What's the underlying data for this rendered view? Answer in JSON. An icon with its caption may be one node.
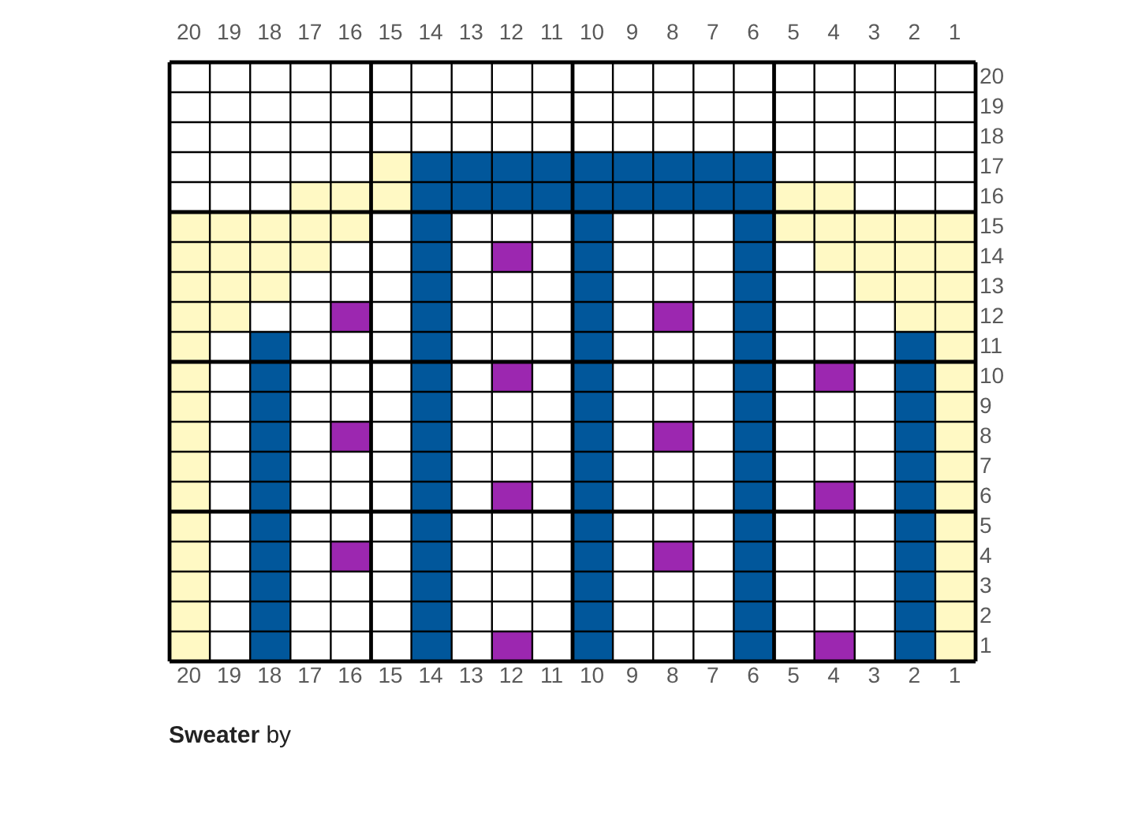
{
  "diagram": {
    "title": "**Sweater** by",
    "labels": [
      "20",
      "19",
      "18",
      "17",
      "16",
      "15",
      "14",
      "13",
      "12",
      "11",
      "10",
      "9",
      "8",
      "7",
      "6",
      "5",
      "4",
      "3",
      "2",
      "1",
      "20",
      "19",
      "18",
      "17",
      "16",
      "15",
      "14",
      "13",
      "12",
      "11",
      "10",
      "9",
      "8",
      "7",
      "6",
      "5",
      "4",
      "3",
      "2",
      "1",
      "20",
      "19",
      "18",
      "17",
      "16",
      "15",
      "14",
      "13",
      "12",
      "11",
      "10",
      "9",
      "8",
      "7",
      "6",
      "5",
      "4",
      "3",
      "2",
      "1"
    ]
  }
}
